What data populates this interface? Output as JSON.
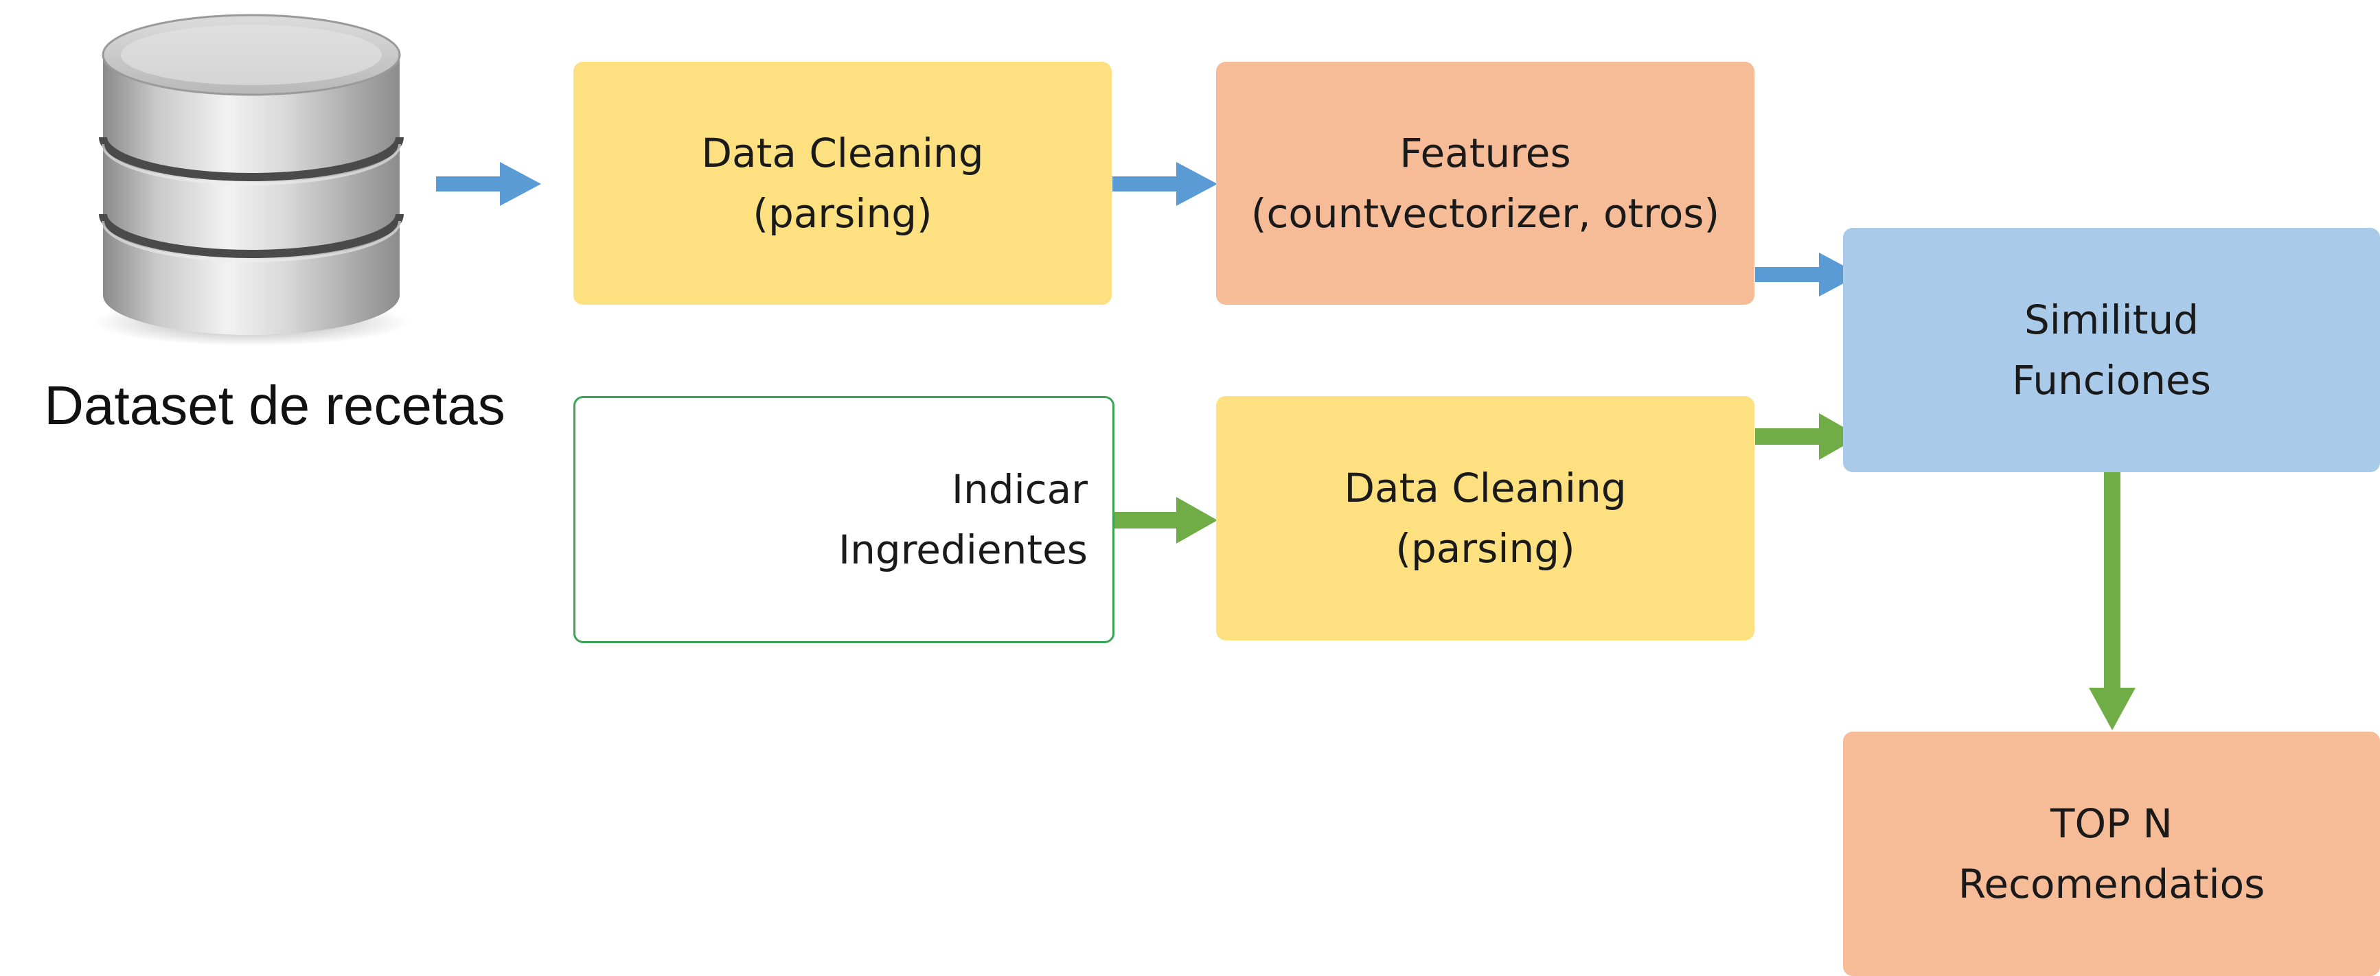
{
  "database": {
    "label": "Dataset de recetas"
  },
  "nodes": {
    "cleaning_top": {
      "line1": "Data Cleaning",
      "line2": "(parsing)"
    },
    "features": {
      "line1": "Features",
      "line2": "(countvectorizer, otros)"
    },
    "similitud": {
      "line1": "Similitud",
      "line2": "Funciones"
    },
    "ingredientes": {
      "line1": "Indicar",
      "line2": "Ingredientes"
    },
    "cleaning_bottom": {
      "line1": "Data Cleaning",
      "line2": "(parsing)"
    },
    "top_n": {
      "line1": "TOP N",
      "line2": "Recomendatios"
    }
  },
  "colors": {
    "yellow": "#fde07f",
    "salmon": "#f6bc97",
    "blue_box": "#a9cbe9",
    "blue_arrow": "#5b9bd5",
    "green_arrow": "#70ad47",
    "outline_green": "#3aa655"
  }
}
